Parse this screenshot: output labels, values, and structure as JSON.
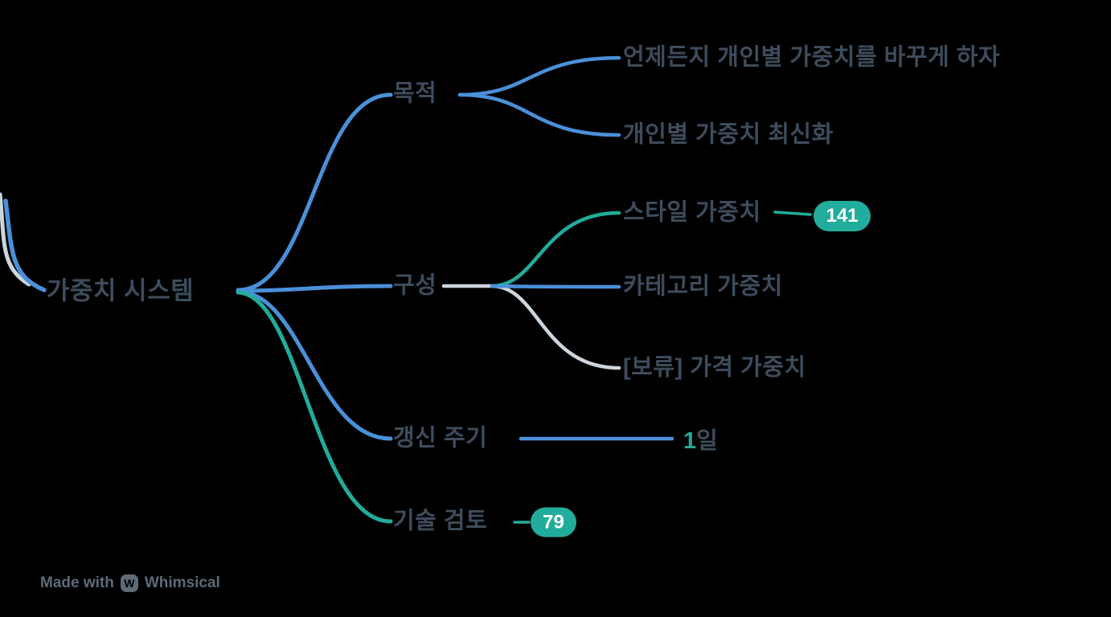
{
  "root": {
    "label": "가중치 시스템"
  },
  "branches": [
    {
      "label": "목적",
      "children": [
        {
          "label": "언제든지 개인별 가중치를 바꾸게 하자"
        },
        {
          "label": "개인별 가중치 최신화"
        }
      ]
    },
    {
      "label": "구성",
      "children": [
        {
          "label": "스타일 가중치",
          "badge": "141"
        },
        {
          "label": "카테고리 가중치"
        },
        {
          "label": "[보류] 가격 가중치"
        }
      ]
    },
    {
      "label": "갱신 주기",
      "children": [
        {
          "number": "1",
          "unit": "일"
        }
      ]
    },
    {
      "label": "기술 검토",
      "badge": "79"
    }
  ],
  "watermark": {
    "made_with": "Made with",
    "logo_letter": "W",
    "brand": "Whimsical"
  },
  "colors": {
    "background": "#000000",
    "blue_link": "#4a90d9",
    "teal_link": "#22ac9b",
    "gray_link": "#cdd5dc",
    "node_text": "#3d4c5c",
    "badge_background": "#22ac9b",
    "badge_text": "#ffffff",
    "watermark_text": "#5d6a78"
  }
}
